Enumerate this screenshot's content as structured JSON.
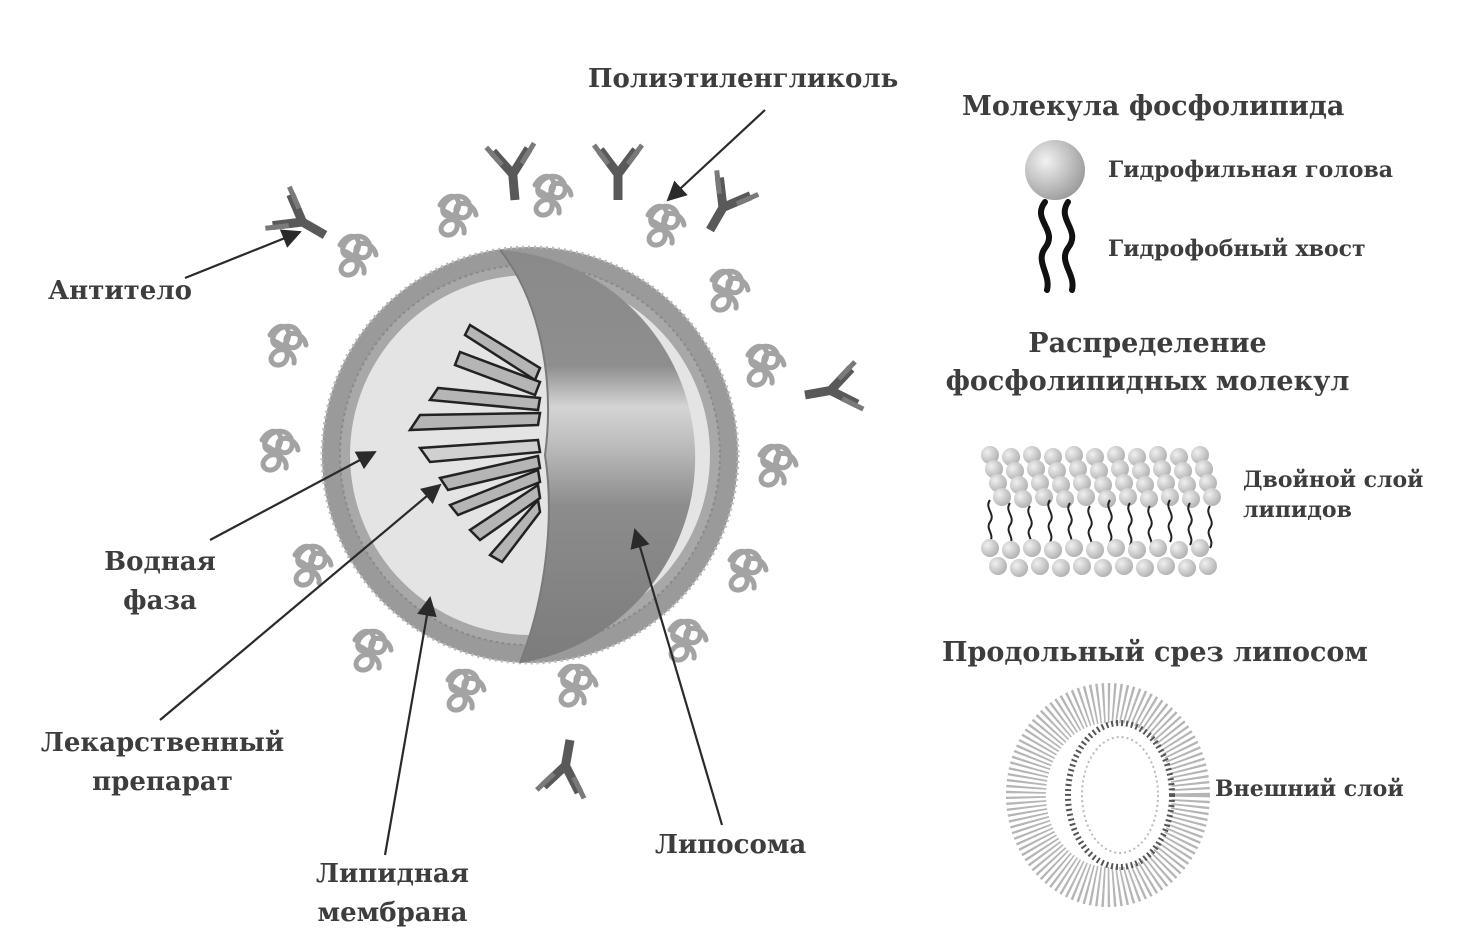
{
  "left_diagram": {
    "labels": {
      "peg": "Полиэтиленгликоль",
      "antibody": "Антитело",
      "aqueous_line1": "Водная",
      "aqueous_line2": "фаза",
      "drug_line1": "Лекарственный",
      "drug_line2": "препарат",
      "membrane_line1": "Липидная",
      "membrane_line2": "мембрана",
      "liposome": "Липосома"
    }
  },
  "right_panel": {
    "molecule_title": "Молекула фосфолипида",
    "head_label": "Гидрофильная голова",
    "tail_label": "Гидрофобный хвост",
    "distribution_title_line1": "Распределение",
    "distribution_title_line2": "фосфолипидных молекул",
    "bilayer_label_line1": "Двойной слой",
    "bilayer_label_line2": "липидов",
    "section_title": "Продольный срез липосом",
    "outer_layer_label": "Внешний слой"
  },
  "icons": [
    "antibody-icon",
    "peg-chain-icon",
    "phospholipid-icon",
    "drug-crystal-icon"
  ],
  "colors": {
    "sphere_dark": "#7a7a7a",
    "sphere_light": "#c8c8c8",
    "aqueous": "#e6e6e6",
    "membrane": "#9a9a9a",
    "antibody": "#555555",
    "peg": "#999999",
    "label": "#3d3d3d"
  }
}
